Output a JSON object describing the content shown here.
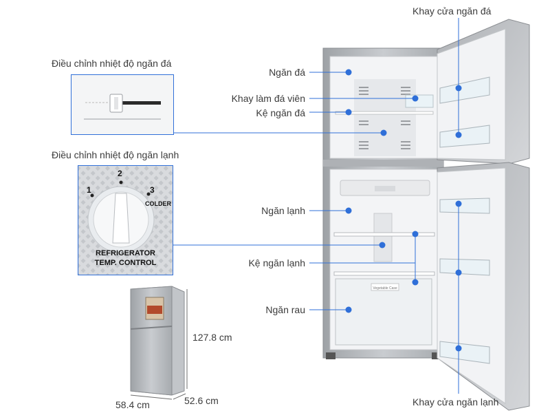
{
  "labels": {
    "freezer_door_tray": "Khay cửa ngăn đá",
    "freezer_temp_control": "Điều chỉnh nhiệt độ ngăn đá",
    "freezer": "Ngăn đá",
    "ice_tray": "Khay làm đá viên",
    "freezer_shelf": "Kệ ngăn đá",
    "fridge_temp_control": "Điều chỉnh nhiệt độ ngăn lạnh",
    "fridge": "Ngăn lạnh",
    "fridge_shelf": "Kệ ngăn lạnh",
    "vegetable": "Ngăn rau",
    "fridge_door_tray": "Khay cửa ngăn lạnh"
  },
  "dial": {
    "n1": "1",
    "n2": "2",
    "n3": "3",
    "colder": "COLDER",
    "line1": "REFRIGERATOR",
    "line2": "TEMP. CONTROL"
  },
  "crisper_label": "Vegetable Case",
  "dimensions": {
    "height": "127.8 cm",
    "width": "58.4 cm",
    "depth": "52.6 cm"
  },
  "colors": {
    "accent": "#2f6fd8",
    "fridge_body": "#b9bcc0",
    "interior": "#eef0f2"
  }
}
